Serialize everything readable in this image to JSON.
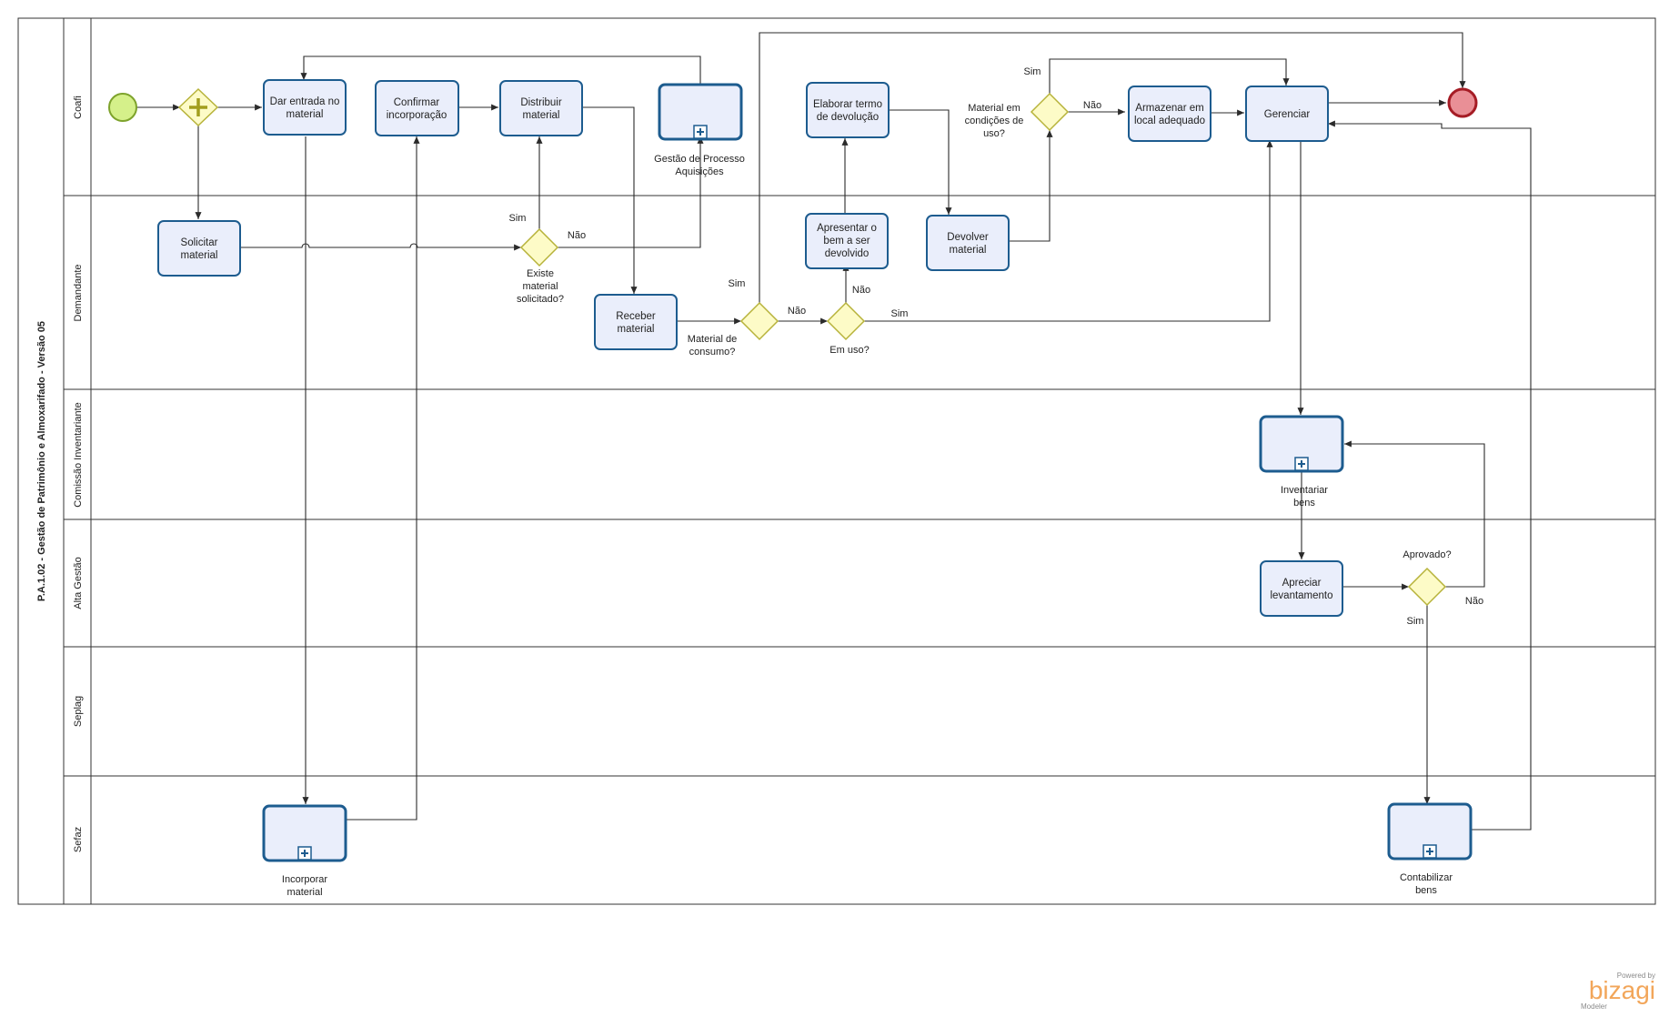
{
  "pool": {
    "title": "P.A.1.02 - Gestão de Patrimônio e Almoxarifado - Versão 05"
  },
  "lanes": {
    "coafi": "Coafi",
    "demandante": "Demandante",
    "comissao": "Comissão Inventariante",
    "alta": "Alta Gestão",
    "seplag": "Seplag",
    "sefaz": "Sefaz"
  },
  "tasks": {
    "dar_entrada": [
      "Dar entrada no",
      "material"
    ],
    "confirmar": [
      "Confirmar",
      "incorporação"
    ],
    "distribuir": [
      "Distribuir",
      "material"
    ],
    "elaborar": [
      "Elaborar termo",
      "de devolução"
    ],
    "armazenar": [
      "Armazenar em",
      "local adequado"
    ],
    "gerenciar": [
      "Gerenciar"
    ],
    "solicitar": [
      "Solicitar",
      "material"
    ],
    "receber": [
      "Receber",
      "material"
    ],
    "apresentar": [
      "Apresentar o",
      "bem a ser",
      "devolvido"
    ],
    "devolver": [
      "Devolver",
      "material"
    ],
    "apreciar": [
      "Apreciar",
      "levantamento"
    ]
  },
  "subprocesses": {
    "gestao": [
      "Gestão de Processo",
      "Aquisições"
    ],
    "inventariar": [
      "Inventariar",
      "bens"
    ],
    "incorporar": [
      "Incorporar",
      "material"
    ],
    "contabilizar": [
      "Contabilizar",
      "bens"
    ]
  },
  "gateways": {
    "existe": [
      "Existe",
      "material",
      "solicitado?"
    ],
    "consumo": [
      "Material de",
      "consumo?"
    ],
    "em_uso": [
      "Em uso?"
    ],
    "condicoes": [
      "Material em",
      "condições de",
      "uso?"
    ],
    "aprovado": [
      "Aprovado?"
    ]
  },
  "flow_labels": {
    "existe_sim": "Sim",
    "existe_nao": "Não",
    "consumo_sim": "Sim",
    "consumo_nao": "Não",
    "em_uso_nao": "Não",
    "em_uso_sim": "Sim",
    "condicoes_sim": "Sim",
    "condicoes_nao": "Não",
    "aprovado_sim": "Sim",
    "aprovado_nao": "Não"
  },
  "branding": {
    "powered": "Powered by",
    "brand": "bizagi",
    "product": "Modeler"
  },
  "colors": {
    "task_fill": "#eaeefb",
    "task_stroke": "#1d5c8f",
    "gateway_fill": "#fdfbc7",
    "gateway_stroke": "#b7b33a",
    "start_fill": "#d5f08a",
    "start_stroke": "#7ea32c",
    "end_fill": "#e98f96",
    "end_stroke": "#a51c25",
    "brand_orange": "#f2a65a"
  }
}
